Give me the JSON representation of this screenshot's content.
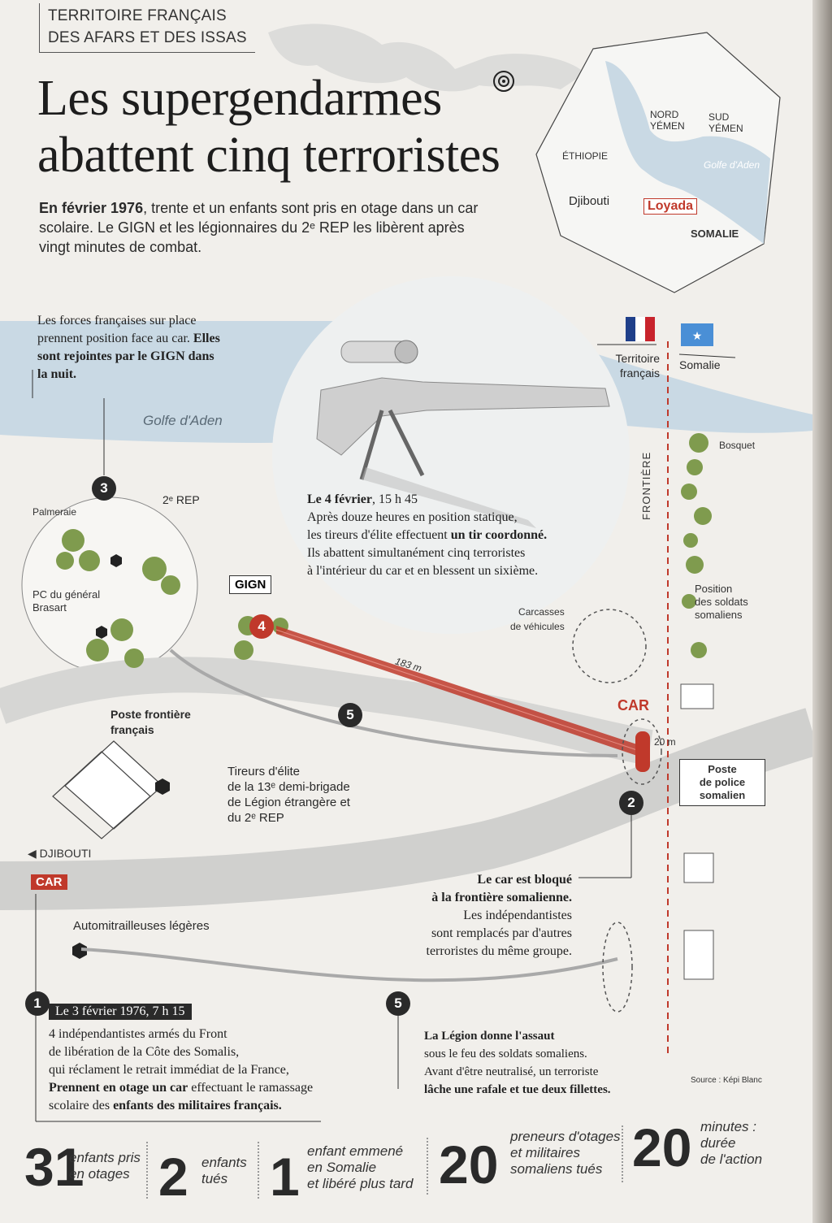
{
  "kicker": [
    "TERRITOIRE FRANÇAIS",
    "DES AFARS ET DES ISSAS"
  ],
  "title": [
    "Les supergendarmes",
    "abattent cinq terroristes"
  ],
  "intro": {
    "lead": "En février 1976",
    "rest": ", trente et un enfants sont pris en otage dans un car scolaire. Le GIGN et les légionnaires du 2ᵉ REP les libèrent après vingt minutes de combat."
  },
  "map": {
    "nord_yemen": [
      "NORD",
      "YÉMEN"
    ],
    "sud_yemen": [
      "SUD",
      "YÉMEN"
    ],
    "ethiopie": "ÉTHIOPIE",
    "golfe": "Golfe d'Aden",
    "djibouti": "Djibouti",
    "loyada": "Loyada",
    "somalie": "SOMALIE"
  },
  "border": {
    "territoire": [
      "Territoire",
      "français"
    ],
    "somalie": "Somalie",
    "frontiere": "FRONTIÈRE",
    "bosquet": "Bosquet",
    "position_somaliens": [
      "Position",
      "des soldats",
      "somaliens"
    ],
    "poste_police": [
      "Poste",
      "de police",
      "somalien"
    ],
    "distance_car": "20 m"
  },
  "colors": {
    "france_blue": "#1f3f8a",
    "france_red": "#c8232c",
    "somalia_blue": "#4a8fd6",
    "accent_red": "#c0392b",
    "sea": "#c9d9e4"
  },
  "forces": {
    "text_a": "Les forces françaises sur place prennent position face au car.",
    "text_b": "Elles sont rejointes par le GIGN dans la nuit."
  },
  "golfe_label": "Golfe d'Aden",
  "step3": {
    "num": "3",
    "rep": "2ᵉ REP",
    "palmeraie": "Palmeraie",
    "pc": [
      "PC du général",
      "Brasart"
    ]
  },
  "step4": {
    "num": "4",
    "gign": "GIGN",
    "heading_date": "Le 4 février",
    "heading_time": ", 15 h 45",
    "line1": "Après douze heures en position statique,",
    "line2a": "les tireurs d'élite effectuent ",
    "line2b": "un tir coordonné.",
    "line3": "Ils abattent simultanément cinq terroristes",
    "line4": "à l'intérieur du car et en blessent un sixième.",
    "distance": "183 m"
  },
  "carcasses": [
    "Carcasses",
    "de véhicules"
  ],
  "car_label": "CAR",
  "poste_frontiere": [
    "Poste frontière",
    "français"
  ],
  "tireurs": [
    "Tireurs d'élite",
    "de la 13ᵉ demi-brigade",
    "de Légion étrangère et",
    "du 2ᵉ REP"
  ],
  "step5": "5",
  "djibouti_arrow": "DJIBOUTI",
  "car_tag": "CAR",
  "step2": {
    "num": "2",
    "line1": "Le car est bloqué",
    "line2": "à la frontière somalienne.",
    "line3": "Les indépendantistes",
    "line4": "sont remplacés par d'autres",
    "line5": "terroristes du même groupe."
  },
  "automitrailleuses": "Automitrailleuses légères",
  "step1": {
    "num": "1",
    "heading": "Le 3 février 1976, 7 h 15",
    "line1": "4 indépendantistes armés du Front",
    "line2": "de libération de la Côte des Somalis,",
    "line3": "qui réclament le retrait immédiat de la France,",
    "line4a": "Prennent en otage un car",
    "line4b": " effectuant le ramassage",
    "line5a": "scolaire des ",
    "line5b": "enfants des militaires français."
  },
  "step5b": {
    "line1": "La Légion donne l'assaut",
    "line2": "sous le feu des soldats somaliens.",
    "line3": "Avant d'être neutralisé, un terroriste",
    "line4": "lâche une rafale et tue deux fillettes."
  },
  "source": "Source : Képi Blanc",
  "stats": [
    {
      "value": "31",
      "label": [
        "enfants pris",
        "en otages"
      ]
    },
    {
      "value": "2",
      "label": [
        "enfants",
        "tués"
      ]
    },
    {
      "value": "1",
      "label": [
        "enfant emmené",
        "en Somalie",
        "et libéré plus tard"
      ]
    },
    {
      "value": "20",
      "label": [
        "preneurs d'otages",
        "et militaires",
        "somaliens tués"
      ]
    },
    {
      "value": "20",
      "label": [
        "minutes :",
        "durée",
        "de l'action"
      ]
    }
  ]
}
